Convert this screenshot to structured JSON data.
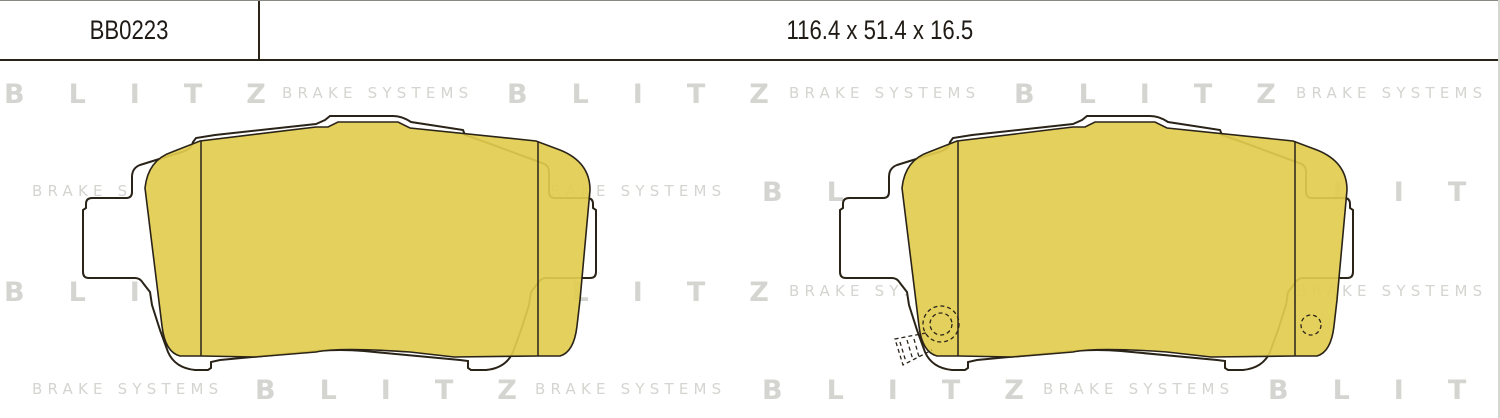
{
  "header": {
    "part_number": "BB0223",
    "dimensions": "116.4 x 51.4 x 16.5"
  },
  "watermark": {
    "brand": "BLITZ",
    "tagline": "BRAKE SYSTEMS"
  },
  "colors": {
    "friction_material": "#e2cc4e",
    "outline": "#2a2318",
    "watermark": "#d4d4d0"
  },
  "pads": [
    {
      "label": "pad-left",
      "has_wear_sensor": false
    },
    {
      "label": "pad-right",
      "has_wear_sensor": true
    }
  ]
}
